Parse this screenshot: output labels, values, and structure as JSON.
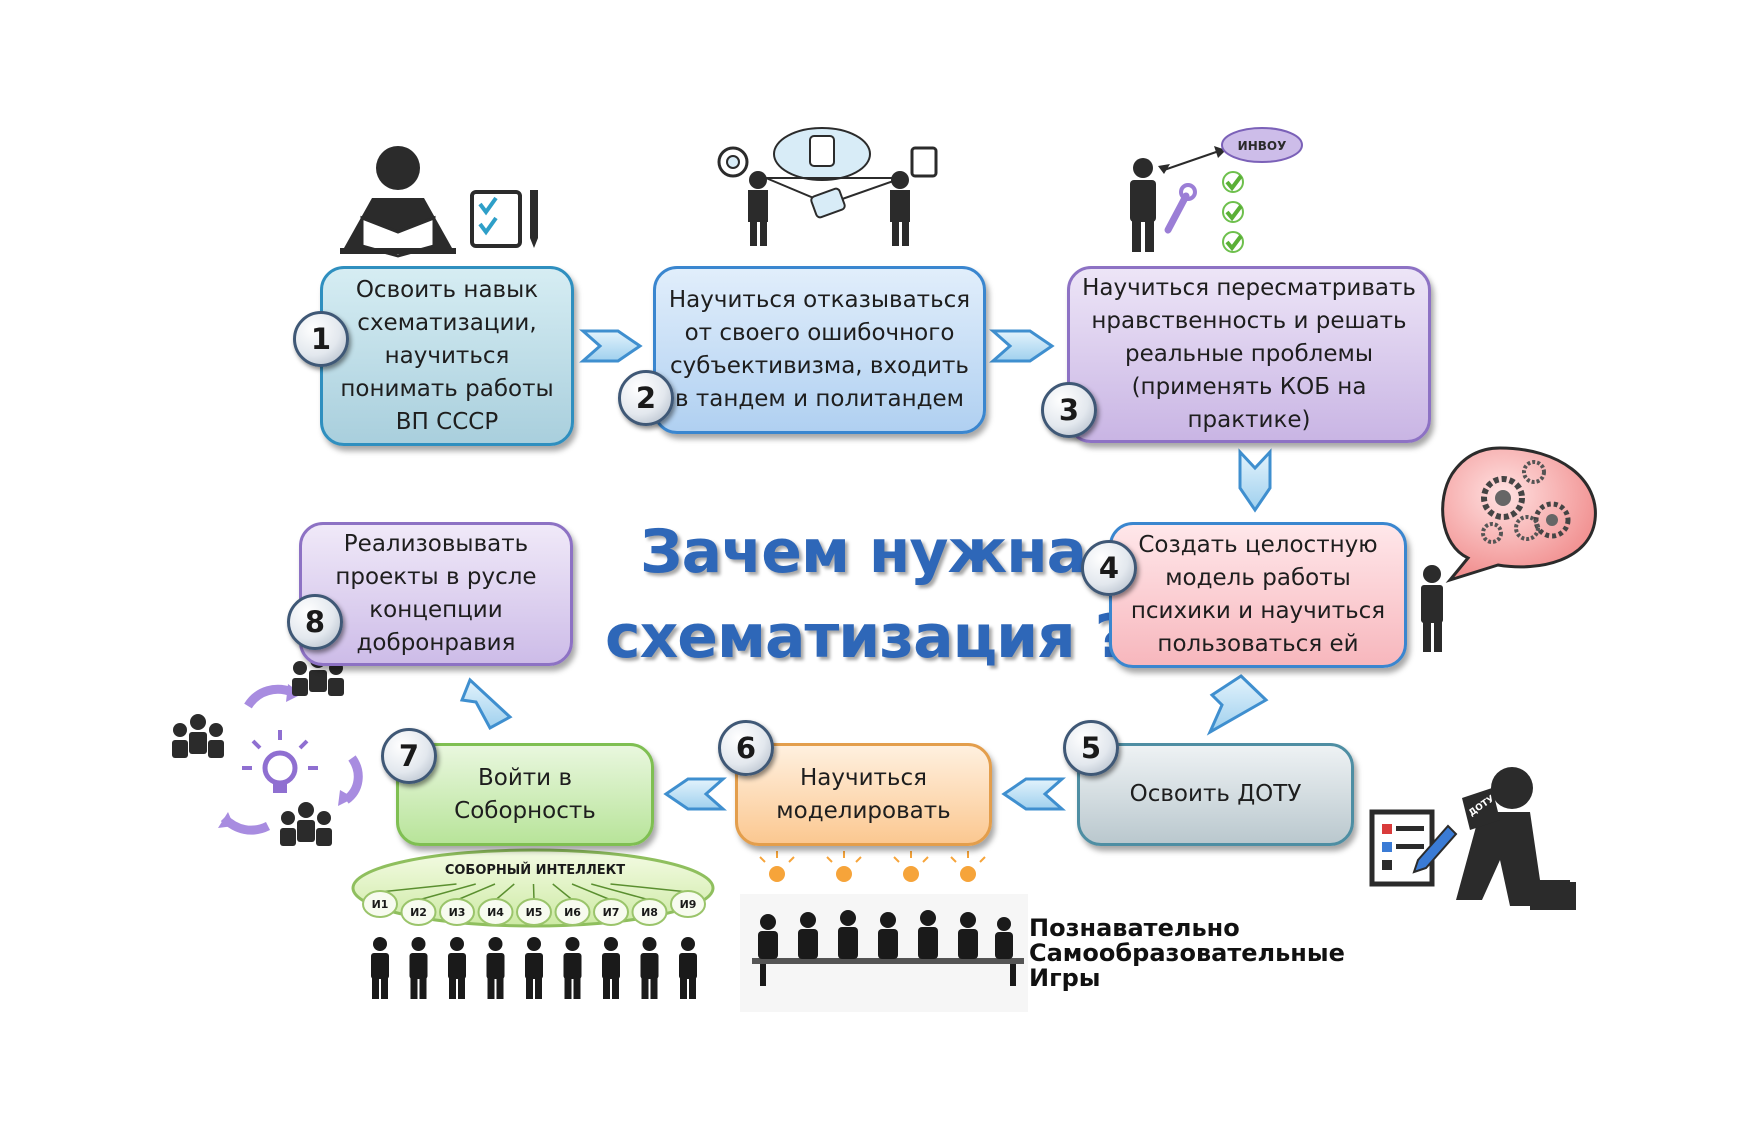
{
  "title": {
    "line1": "Зачем нужна",
    "line2": "схематизация ?"
  },
  "steps": [
    {
      "number": "1",
      "text": "Освоить навык\nсхематизации,\nнаучиться\nпонимать работы\nВП СССР"
    },
    {
      "number": "2",
      "text": "Научиться отказываться\nот своего ошибочного\nсубъективизма, входить\nв тандем и политандем"
    },
    {
      "number": "3",
      "text": "Научиться пересматривать\nнравственность  и решать\nреальные проблемы\n(применять КОБ на\nпрактике)"
    },
    {
      "number": "4",
      "text": "Создать целостную\nмодель работы\nпсихики и научиться\nпользоваться ей"
    },
    {
      "number": "5",
      "text": "Освоить ДОТУ"
    },
    {
      "number": "6",
      "text": "Научиться\nмоделировать"
    },
    {
      "number": "7",
      "text": "Войти в\nСоборность"
    },
    {
      "number": "8",
      "text": "Реализовывать\nпроекты в русле\nконцепции\nдобронравия"
    }
  ],
  "labels": {
    "invou": "ИНВОУ",
    "dotu": "ДОТУ",
    "collective": "СОБОРНЫЙ ИНТЕЛЛЕКТ",
    "individuals": [
      "И1",
      "И2",
      "И3",
      "И4",
      "И5",
      "И6",
      "И7",
      "И8",
      "И9"
    ],
    "games": "Познавательно\nСамообразовательные\nИгры"
  },
  "colors": {
    "title": "#2e67b8",
    "arrow_fill": "#bfe2f6",
    "arrow_stroke": "#3f8fcf",
    "box1": "#a9cfdd",
    "box2": "#b0d0f1",
    "box3": "#c9b5e4",
    "box4": "#f7b7bd",
    "box5": "#bac8ce",
    "box6": "#fbc891",
    "box7": "#b8e49a",
    "box8": "#cdbce8"
  },
  "icons": [
    "person-reading-icon",
    "checklist-icon",
    "database-network-icon",
    "person-tools-icon",
    "checkmarks-icon",
    "gears-speech-bubble-icon",
    "person-reading-dotu-icon",
    "idea-cycle-icon",
    "collective-intellect-icon",
    "meeting-table-icon",
    "lightbulb-icon"
  ]
}
